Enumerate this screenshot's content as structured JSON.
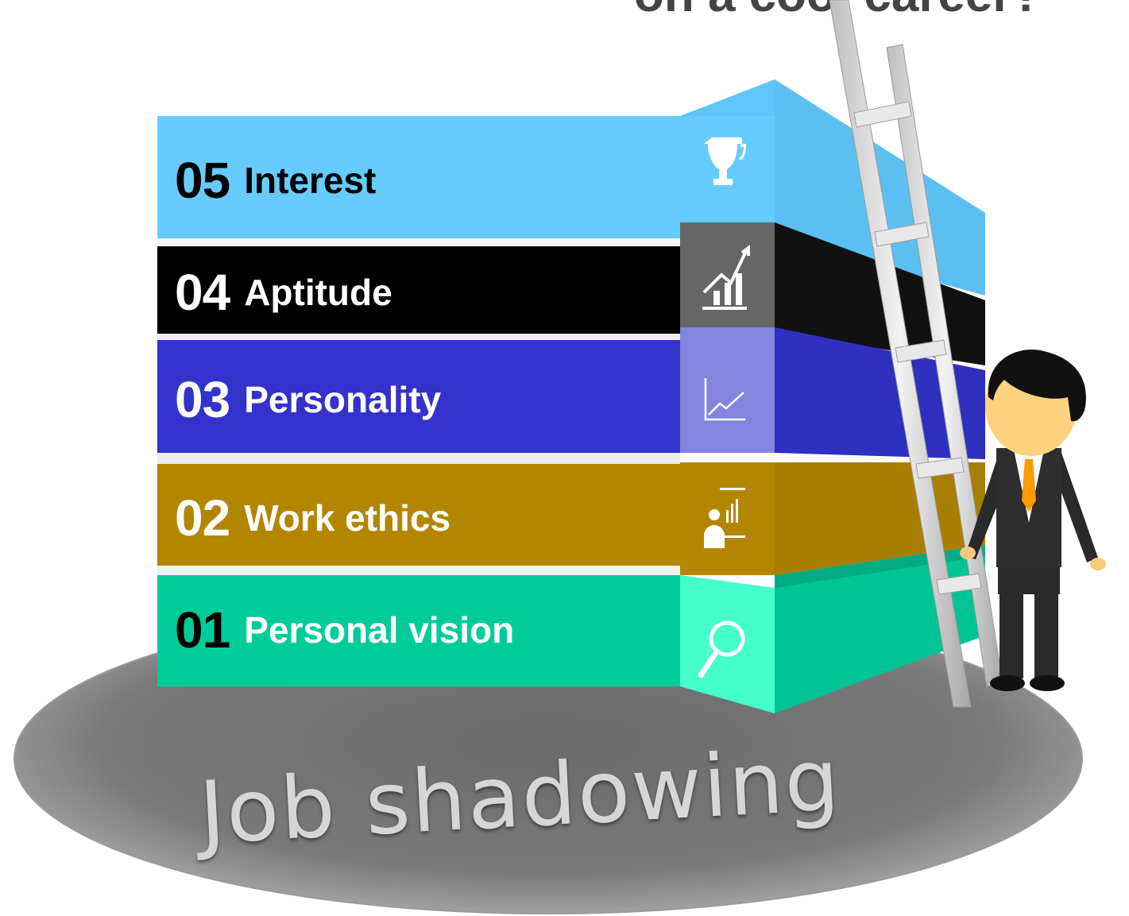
{
  "header": {
    "title": "on a cool career?"
  },
  "layers": [
    {
      "number": "05",
      "label": "Interest",
      "icon": "trophy-icon",
      "front": "#66ccff",
      "iconPanel": "#66ccff",
      "side": "#5ec6f8",
      "text": "#000000"
    },
    {
      "number": "04",
      "label": "Aptitude",
      "icon": "growth-chart-icon",
      "front": "#000000",
      "iconPanel": "#666666",
      "side": "#111111",
      "text": "#ffffff"
    },
    {
      "number": "03",
      "label": "Personality",
      "icon": "line-chart-icon",
      "front": "#3333cc",
      "iconPanel": "#8585e0",
      "side": "#2f2fc0",
      "text": "#ffffff"
    },
    {
      "number": "02",
      "label": "Work ethics",
      "icon": "presenter-icon",
      "front": "#b38600",
      "iconPanel": "#b38600",
      "side": "#a87e00",
      "text": "#ffffff"
    },
    {
      "number": "01",
      "label": "Personal vision",
      "icon": "magnifier-icon",
      "front": "#00cc99",
      "iconPanel": "#44ffcc",
      "side": "#00c495",
      "text": "#000000"
    }
  ],
  "base": {
    "label": "Job shadowing"
  }
}
